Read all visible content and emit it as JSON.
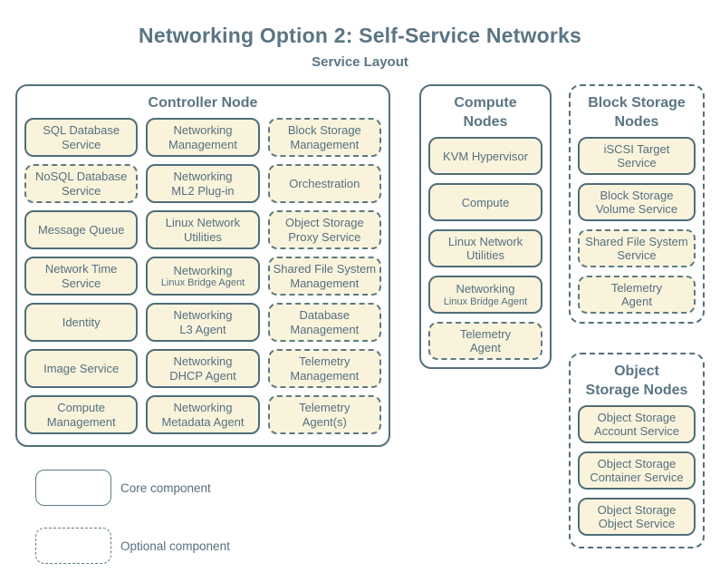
{
  "title": "Networking Option 2: Self-Service Networks",
  "subtitle": "Service Layout",
  "colors": {
    "box_fill": "#FAF3DC",
    "box_border": "#4F6D78",
    "optional_border": "#5C7A88",
    "container_border": "#52707B",
    "text": "#54707E",
    "heading": "#5A7584"
  },
  "containers": [
    {
      "id": "controller-node",
      "title": "Controller Node",
      "border": "solid",
      "services": [
        {
          "label": "SQL Database\nService",
          "type": "core"
        },
        {
          "label": "Networking\nManagement",
          "type": "core"
        },
        {
          "label": "Block Storage\nManagement",
          "type": "optional"
        },
        {
          "label": "NoSQL Database\nService",
          "type": "optional"
        },
        {
          "label": "Networking\nML2 Plug-in",
          "type": "core"
        },
        {
          "label": "Orchestration",
          "type": "optional"
        },
        {
          "label": "Message Queue",
          "type": "core"
        },
        {
          "label": "Linux Network\nUtilities",
          "type": "core"
        },
        {
          "label": "Object Storage\nProxy Service",
          "type": "optional"
        },
        {
          "label": "Network Time\nService",
          "type": "core"
        },
        {
          "label": "Networking",
          "sublabel": "Linux Bridge Agent",
          "type": "core"
        },
        {
          "label": "Shared File System\nManagement",
          "type": "optional"
        },
        {
          "label": "Identity",
          "type": "core"
        },
        {
          "label": "Networking\nL3 Agent",
          "type": "core"
        },
        {
          "label": "Database\nManagement",
          "type": "optional"
        },
        {
          "label": "Image Service",
          "type": "core"
        },
        {
          "label": "Networking\nDHCP Agent",
          "type": "core"
        },
        {
          "label": "Telemetry\nManagement",
          "type": "optional"
        },
        {
          "label": "Compute\nManagement",
          "type": "core"
        },
        {
          "label": "Networking\nMetadata Agent",
          "type": "core"
        },
        {
          "label": "Telemetry\nAgent(s)",
          "type": "optional"
        }
      ]
    },
    {
      "id": "compute-nodes",
      "title": "Compute\nNodes",
      "border": "solid",
      "services": [
        {
          "label": "KVM Hypervisor",
          "type": "core"
        },
        {
          "label": "Compute",
          "type": "core"
        },
        {
          "label": "Linux Network\nUtilities",
          "type": "core"
        },
        {
          "label": "Networking",
          "sublabel": "Linux Bridge Agent",
          "type": "core"
        },
        {
          "label": "Telemetry\nAgent",
          "type": "optional"
        }
      ]
    },
    {
      "id": "block-storage-nodes",
      "title": "Block Storage\nNodes",
      "border": "dashed",
      "services": [
        {
          "label": "iSCSI Target\nService",
          "type": "core"
        },
        {
          "label": "Block Storage\nVolume Service",
          "type": "core"
        },
        {
          "label": "Shared File System\nService",
          "type": "optional"
        },
        {
          "label": "Telemetry\nAgent",
          "type": "optional"
        }
      ]
    },
    {
      "id": "object-storage-nodes",
      "title": "Object\nStorage Nodes",
      "border": "dashed",
      "services": [
        {
          "label": "Object Storage\nAccount Service",
          "type": "core"
        },
        {
          "label": "Object Storage\nContainer Service",
          "type": "core"
        },
        {
          "label": "Object Storage\nObject Service",
          "type": "core"
        }
      ]
    }
  ],
  "legend": [
    {
      "label": "Core component",
      "style": "solid"
    },
    {
      "label": "Optional component",
      "style": "dashed"
    }
  ]
}
